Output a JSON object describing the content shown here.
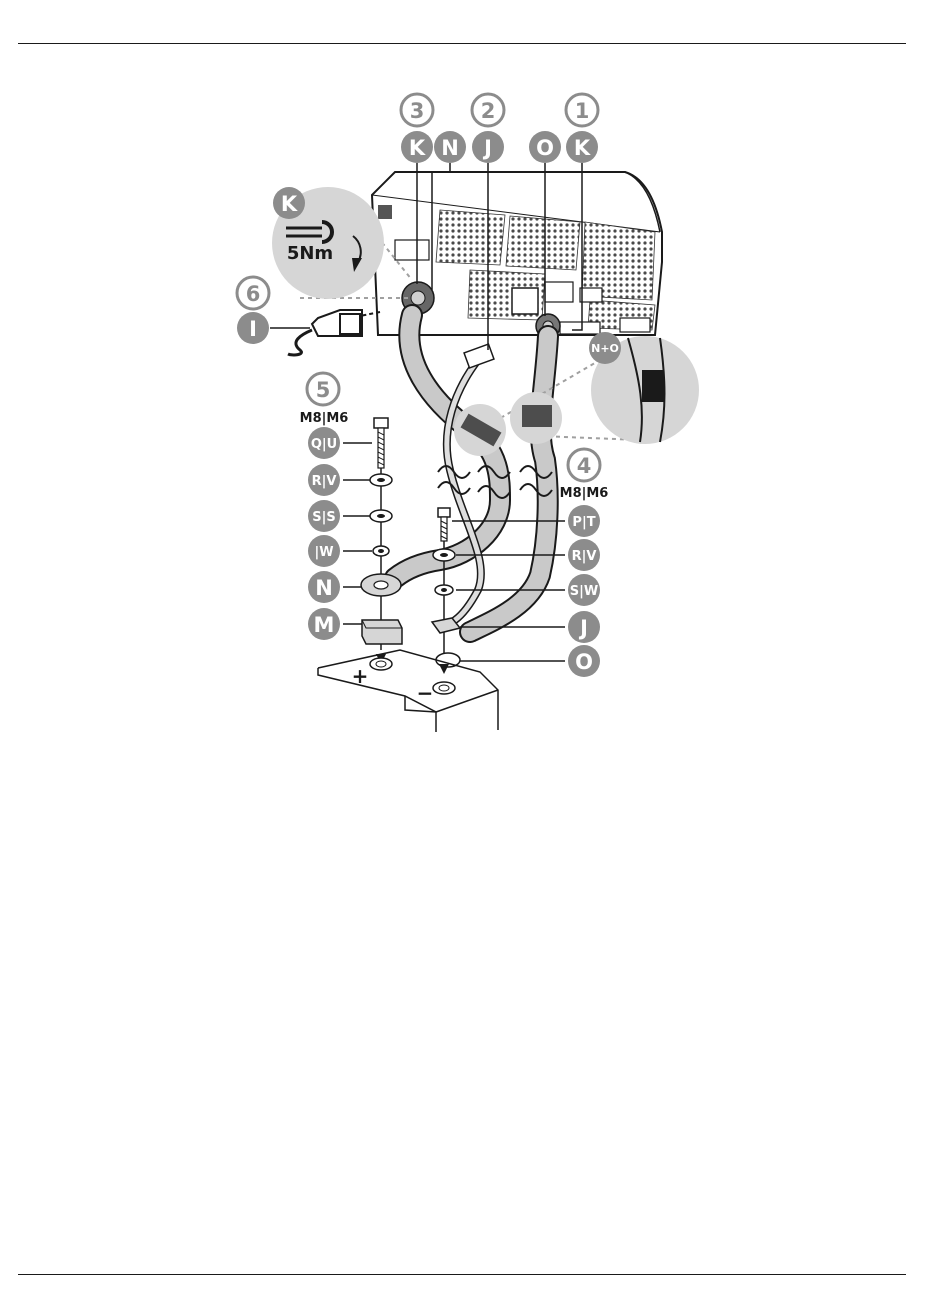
{
  "steps": {
    "s1": "1",
    "s2": "2",
    "s3": "3",
    "s4": "4",
    "s5": "5",
    "s6": "6"
  },
  "top_labels": {
    "k_right": "K",
    "o": "O",
    "j": "J",
    "n": "N",
    "k_left": "K"
  },
  "wrench_callout": {
    "label": "K",
    "torque": "5Nm"
  },
  "power_cable_label": "I",
  "marker_callout_label": "N+O",
  "left_stack": {
    "size": "M8|M6",
    "labels": [
      "Q|U",
      "R|V",
      "S|S",
      "|W",
      "N",
      "M"
    ]
  },
  "right_stack": {
    "size": "M8|M6",
    "labels": [
      "P|T",
      "R|V",
      "S|W",
      "J",
      "O"
    ]
  },
  "terminals": {
    "plus": "+",
    "minus": "−"
  },
  "colors": {
    "badge_dark": "#8c8c8c",
    "badge_light_ring": "#9a9a9a",
    "line": "#1a1a1a",
    "zoom_fill": "#d6d6d6"
  }
}
